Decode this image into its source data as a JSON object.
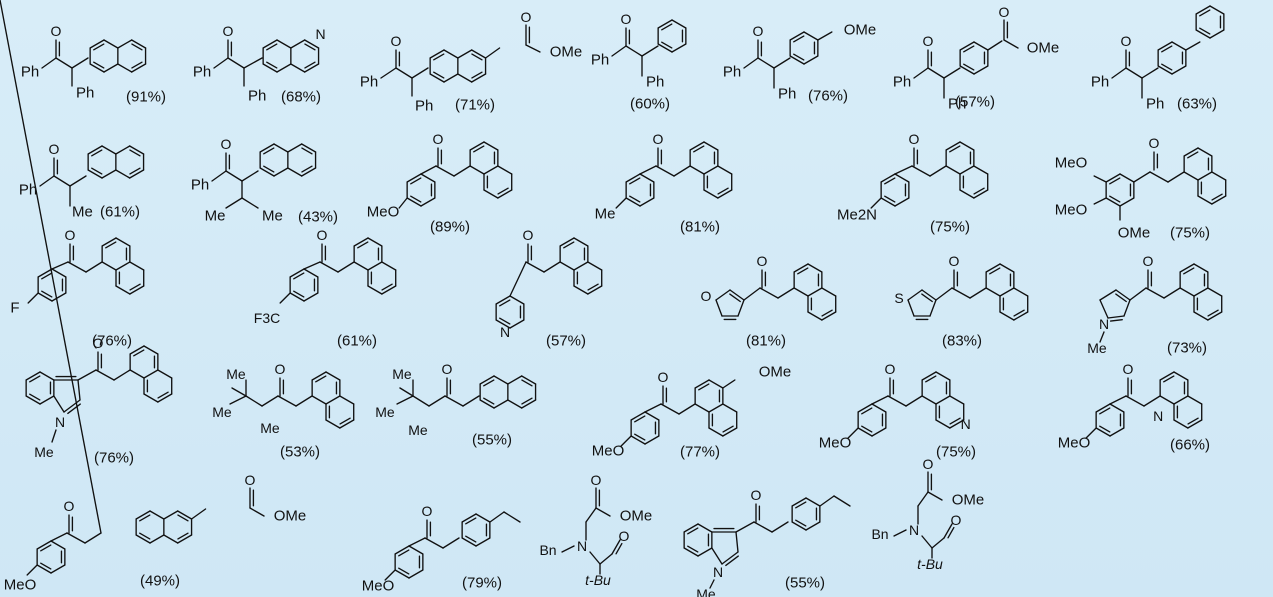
{
  "compounds": [
    {
      "yield": "(91%)",
      "labels": [
        "Ph",
        "Ph",
        "O"
      ]
    },
    {
      "yield": "(68%)",
      "labels": [
        "Ph",
        "Ph",
        "O",
        "N"
      ]
    },
    {
      "yield": "(71%)",
      "labels": [
        "Ph",
        "Ph",
        "O",
        "O",
        "OMe"
      ]
    },
    {
      "yield": "(60%)",
      "labels": [
        "Ph",
        "Ph",
        "O"
      ]
    },
    {
      "yield": "(76%)",
      "labels": [
        "Ph",
        "Ph",
        "O",
        "OMe"
      ]
    },
    {
      "yield": "(57%)",
      "labels": [
        "Ph",
        "Ph",
        "O",
        "O",
        "OMe"
      ]
    },
    {
      "yield": "(63%)",
      "labels": [
        "Ph",
        "Ph",
        "O"
      ]
    },
    {
      "yield": "(61%)",
      "labels": [
        "Ph",
        "Me",
        "O"
      ]
    },
    {
      "yield": "(43%)",
      "labels": [
        "Ph",
        "Me",
        "Me",
        "O"
      ]
    },
    {
      "yield": "(89%)",
      "labels": [
        "MeO",
        "O"
      ]
    },
    {
      "yield": "(81%)",
      "labels": [
        "Me",
        "O"
      ]
    },
    {
      "yield": "(75%)",
      "labels": [
        "Me2N",
        "O"
      ]
    },
    {
      "yield": "(75%)",
      "labels": [
        "MeO",
        "MeO",
        "OMe",
        "O"
      ]
    },
    {
      "yield": "(76%)",
      "labels": [
        "F",
        "O"
      ]
    },
    {
      "yield": "(61%)",
      "labels": [
        "F3C",
        "O"
      ]
    },
    {
      "yield": "(57%)",
      "labels": [
        "N",
        "O"
      ]
    },
    {
      "yield": "(81%)",
      "labels": [
        "O",
        "O"
      ]
    },
    {
      "yield": "(83%)",
      "labels": [
        "S",
        "O"
      ]
    },
    {
      "yield": "(73%)",
      "labels": [
        "N",
        "Me",
        "O"
      ]
    },
    {
      "yield": "(76%)",
      "labels": [
        "N",
        "Me",
        "O"
      ]
    },
    {
      "yield": "(53%)",
      "labels": [
        "Me",
        "Me",
        "Me",
        "O"
      ]
    },
    {
      "yield": "(55%)",
      "labels": [
        "Me",
        "Me",
        "Me",
        "O"
      ]
    },
    {
      "yield": "(77%)",
      "labels": [
        "MeO",
        "OMe",
        "O"
      ]
    },
    {
      "yield": "(75%)",
      "labels": [
        "MeO",
        "N",
        "O"
      ]
    },
    {
      "yield": "(66%)",
      "labels": [
        "MeO",
        "N",
        "O"
      ]
    },
    {
      "yield": "(49%)",
      "labels": [
        "MeO",
        "O",
        "O",
        "OMe"
      ]
    },
    {
      "yield": "(79%)",
      "labels": [
        "MeO",
        "O",
        "O",
        "OMe",
        "N",
        "Bn",
        "O",
        "t-Bu"
      ]
    },
    {
      "yield": "(55%)",
      "labels": [
        "N",
        "Me",
        "O",
        "O",
        "OMe",
        "N",
        "Bn",
        "O",
        "t-Bu"
      ]
    }
  ]
}
